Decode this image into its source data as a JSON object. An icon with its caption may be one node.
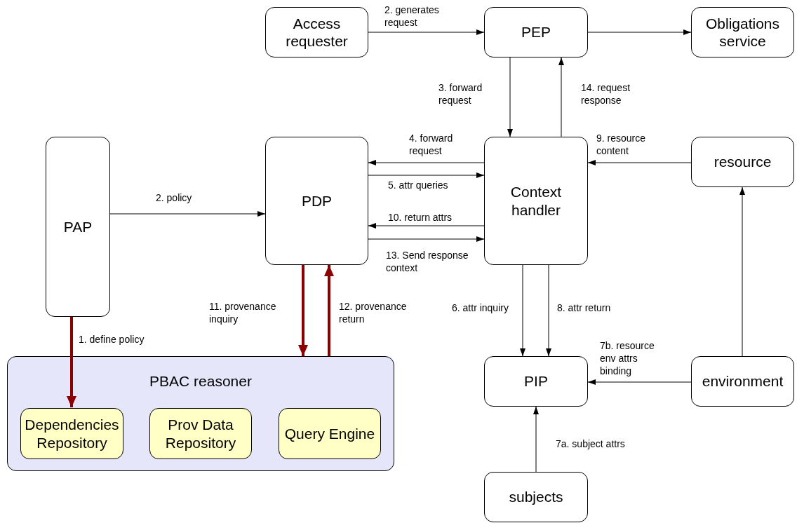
{
  "diagram": {
    "nodes": [
      {
        "text": [
          "Access requester"
        ]
      },
      {
        "text": [
          "PEP"
        ]
      },
      {
        "text": [
          "Obligations service"
        ]
      },
      {
        "text": [
          "PAP"
        ]
      },
      {
        "text": [
          "PDP"
        ]
      },
      {
        "text": [
          "Context handler"
        ]
      },
      {
        "text": [
          "resource"
        ]
      },
      {
        "text": [
          "PBAC reasoner"
        ]
      },
      {
        "text": [
          "Dependencies Repository"
        ],
        "in": 7
      },
      {
        "text": [
          "Prov Data Repository"
        ],
        "in": 7
      },
      {
        "text": [
          "Query Engine"
        ],
        "in": 7
      },
      {
        "text": [
          "PIP"
        ]
      },
      {
        "text": [
          "environment"
        ]
      },
      {
        "text": [
          "subjects"
        ]
      }
    ],
    "edges": [
      {
        "from": 0,
        "to": 1,
        "arrow": "to",
        "label": "2. generates request"
      },
      {
        "from": 1,
        "to": 2,
        "arrow": "to"
      },
      {
        "from": 1,
        "to": 5,
        "arrow": "to",
        "label": "3. forward request"
      },
      {
        "from": 5,
        "to": 1,
        "arrow": "to",
        "label": "14. request response"
      },
      {
        "from": 5,
        "to": 4,
        "arrow": "to",
        "label": "4. forward request"
      },
      {
        "from": 4,
        "to": 5,
        "arrow": "to",
        "label": "5. attr queries"
      },
      {
        "from": 5,
        "to": 4,
        "arrow": "to",
        "label": "10. return attrs"
      },
      {
        "from": 4,
        "to": 5,
        "arrow": "to",
        "label": "13. Send response context"
      },
      {
        "from": 6,
        "to": 5,
        "arrow": "to",
        "label": "9. resource content"
      },
      {
        "from": 3,
        "to": 4,
        "arrow": "to",
        "label": "2. policy"
      },
      {
        "from": 3,
        "to": 8,
        "arrow": "to",
        "label": "1. define policy",
        "style": "thick",
        "color": "#8b0000"
      },
      {
        "from": 4,
        "to": 7,
        "arrow": "to",
        "label": "11. provenance inquiry",
        "style": "thick",
        "color": "#8b0000"
      },
      {
        "from": 7,
        "to": 4,
        "arrow": "to",
        "label": "12. provenance return",
        "style": "thick",
        "color": "#8b0000"
      },
      {
        "from": 5,
        "to": 11,
        "arrow": "to",
        "label": "6. attr inquiry"
      },
      {
        "from": 5,
        "to": 11,
        "arrow": "to",
        "label": "8. attr return"
      },
      {
        "from": 12,
        "to": 11,
        "arrow": "to",
        "label": "7b. resource env attrs binding"
      },
      {
        "from": 12,
        "to": 6,
        "arrow": "to"
      },
      {
        "from": 13,
        "to": 11,
        "arrow": "to",
        "label": "7a. subject attrs"
      }
    ]
  }
}
